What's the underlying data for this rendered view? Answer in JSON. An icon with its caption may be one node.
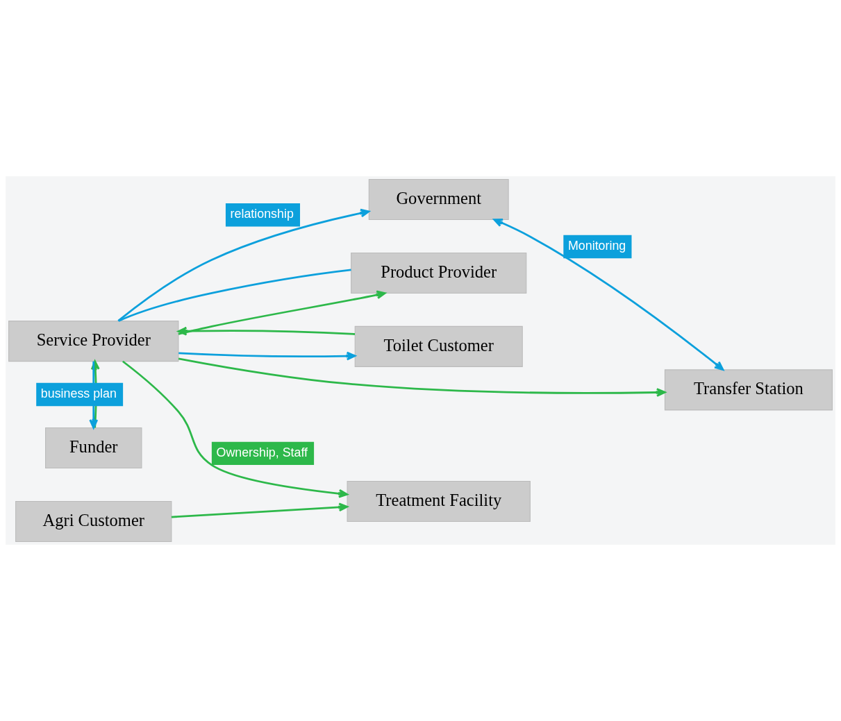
{
  "diagram": {
    "nodes": [
      {
        "text": [
          "Funder"
        ]
      },
      {
        "text": [
          "Service Provider"
        ]
      },
      {
        "text": [
          "Product Provider"
        ]
      },
      {
        "text": [
          "Toilet Customer"
        ]
      },
      {
        "text": [
          "Transfer Station"
        ]
      },
      {
        "text": [
          "Treatment Facility"
        ]
      },
      {
        "text": [
          "Agri Customer"
        ]
      },
      {
        "text": [
          "Government"
        ]
      }
    ],
    "edges": [
      {
        "from": 0,
        "to": 1,
        "arrow": "to"
      },
      {
        "from": 1,
        "to": 0,
        "arrow": "to",
        "label": "business plan",
        "color": "#0ca0dc"
      },
      {
        "from": 1,
        "to": 7,
        "arrow": "to",
        "label": "relationship",
        "color": "#0ca0dc"
      },
      {
        "from": 1,
        "to": 2,
        "arrow": "to"
      },
      {
        "from": 2,
        "to": 1,
        "arrow": "none",
        "color": "#0ca0dc"
      },
      {
        "from": 1,
        "to": 3,
        "arrow": "to",
        "color": "#0ca0dc"
      },
      {
        "from": 3,
        "to": 1,
        "arrow": "to"
      },
      {
        "from": 1,
        "to": 4,
        "arrow": "to"
      },
      {
        "from": 1,
        "to": 5,
        "arrow": "to",
        "label": "Ownership, Staff"
      },
      {
        "from": 7,
        "to": 4,
        "arrow": "both",
        "label": "Monitoring",
        "color": "#0ca0dc"
      },
      {
        "from": 6,
        "to": 5,
        "arrow": "to"
      }
    ]
  }
}
